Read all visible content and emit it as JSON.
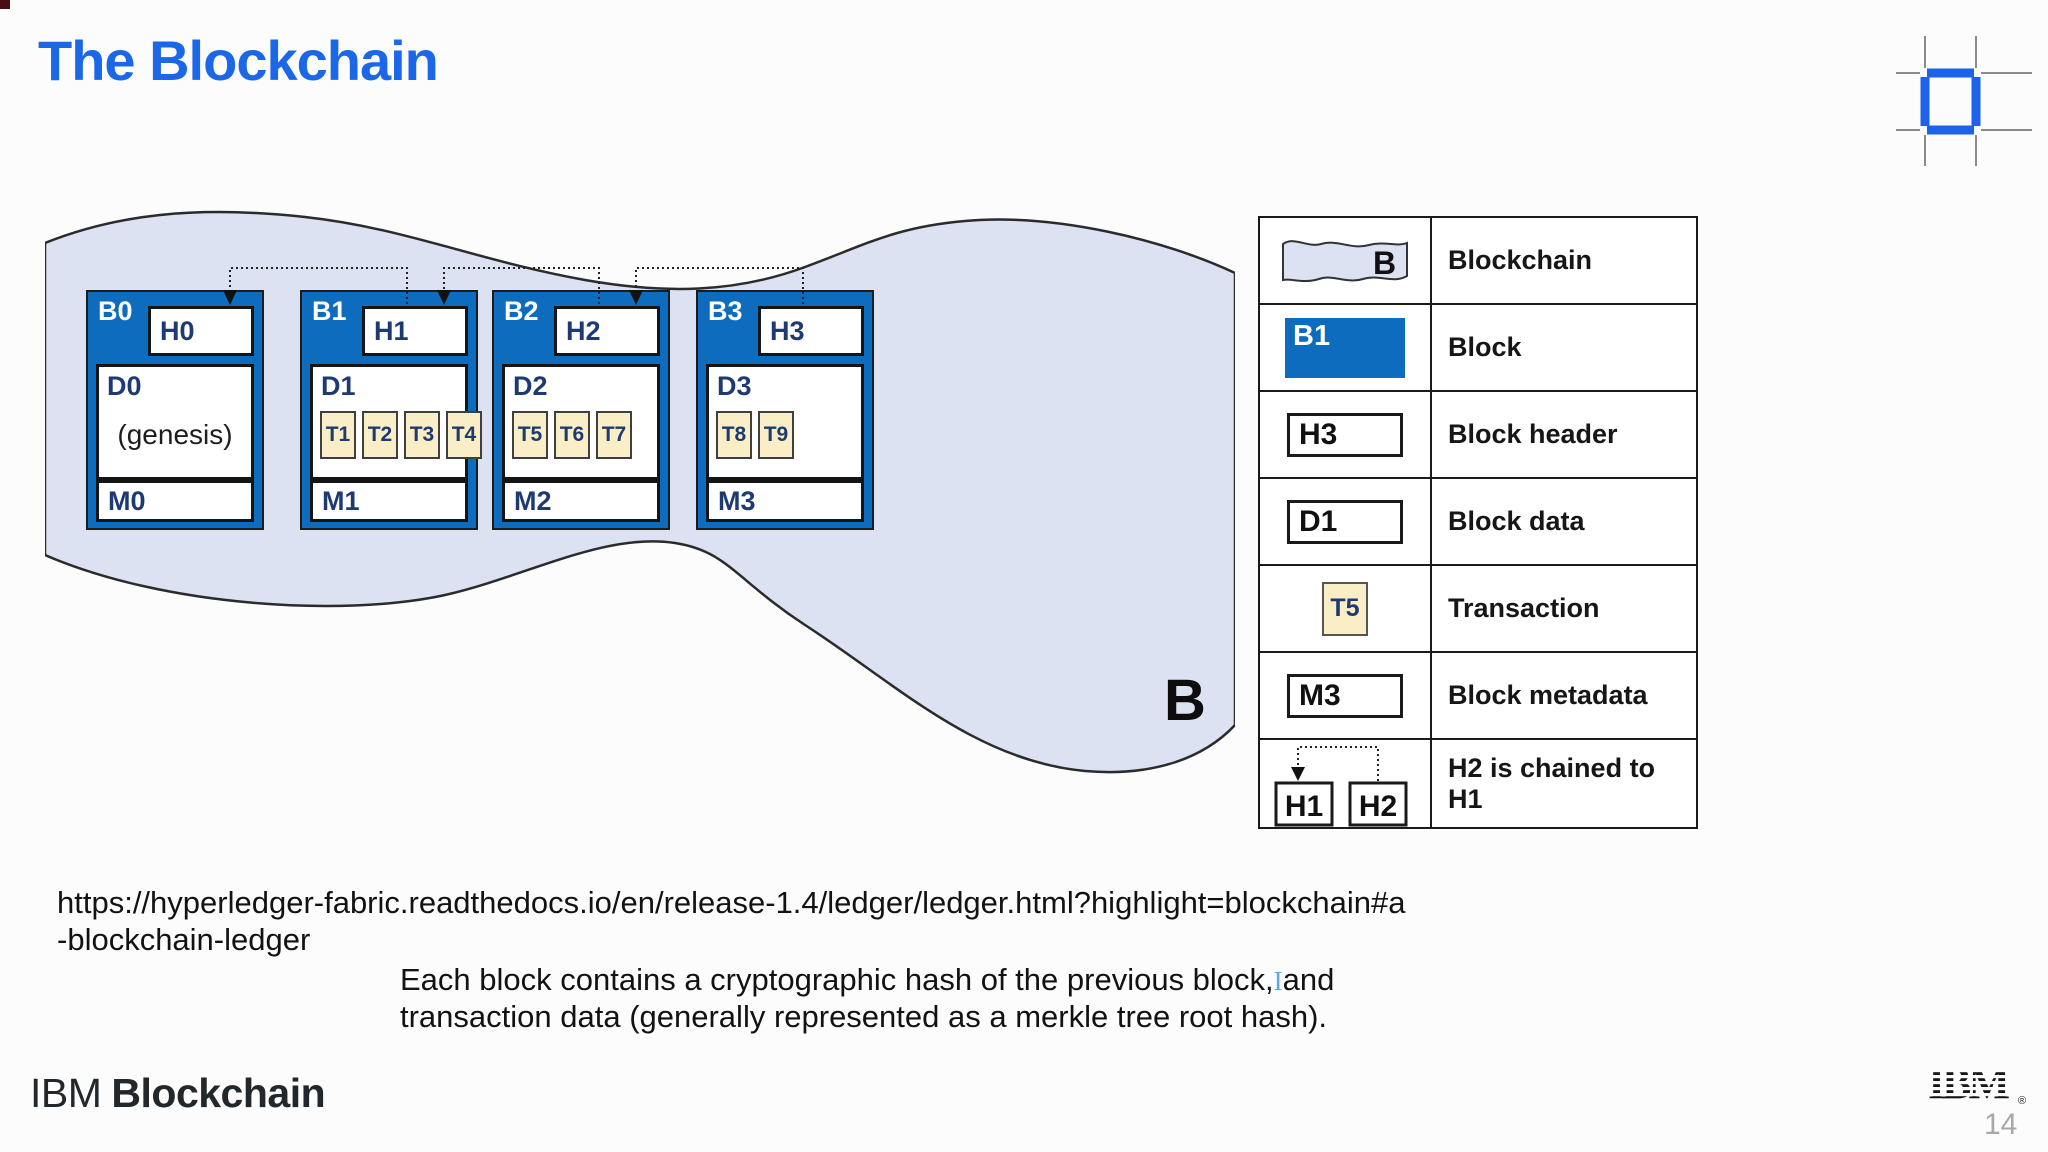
{
  "slide": {
    "title": "The Blockchain",
    "page_number": "14",
    "footer_brand": {
      "prefix": "IBM",
      "suffix": "Blockchain"
    },
    "ibm_logo_text": "IBM",
    "ibm_logo_reg": "®",
    "source_url": "https://hyperledger-fabric.readthedocs.io/en/release-1.4/ledger/ledger.html?highlight=blockchain#a-blockchain-ledger",
    "caption": {
      "line1_before": "Each block contains a cryptographic hash of the previous block,",
      "cursor_mark": "I",
      "line1_after": "and",
      "line2": "transaction data (generally represented as a merkle tree root hash)."
    }
  },
  "diagram": {
    "chain_label": "B",
    "blocks": [
      {
        "id": "B0",
        "header": "H0",
        "data": "D0",
        "data_note": "(genesis)",
        "transactions": [],
        "metadata": "M0"
      },
      {
        "id": "B1",
        "header": "H1",
        "data": "D1",
        "transactions": [
          "T1",
          "T2",
          "T3",
          "T4"
        ],
        "metadata": "M1"
      },
      {
        "id": "B2",
        "header": "H2",
        "data": "D2",
        "transactions": [
          "T5",
          "T6",
          "T7"
        ],
        "metadata": "M2"
      },
      {
        "id": "B3",
        "header": "H3",
        "data": "D3",
        "transactions": [
          "T8",
          "T9"
        ],
        "metadata": "M3"
      }
    ]
  },
  "legend": {
    "rows": [
      {
        "symbol": "blockchain-wave",
        "symbol_label": "B",
        "label": "Blockchain"
      },
      {
        "symbol": "block-filled",
        "symbol_label": "B1",
        "label": "Block"
      },
      {
        "symbol": "header-box",
        "symbol_label": "H3",
        "label": "Block header"
      },
      {
        "symbol": "data-box",
        "symbol_label": "D1",
        "label": "Block data"
      },
      {
        "symbol": "transaction-square",
        "symbol_label": "T5",
        "label": "Transaction"
      },
      {
        "symbol": "metadata-box",
        "symbol_label": "M3",
        "label": "Block metadata"
      },
      {
        "symbol": "chain-arrow",
        "symbol_labels": [
          "H1",
          "H2"
        ],
        "label": "H2 is chained to H1"
      }
    ]
  },
  "colors": {
    "title_blue": "#1a67e8",
    "block_blue": "#0d6cbd",
    "wave_fill": "#dce2f1",
    "transaction_fill": "#faeec6",
    "navy_text": "#1e3a73",
    "cursor_blue": "#5aa9df"
  }
}
